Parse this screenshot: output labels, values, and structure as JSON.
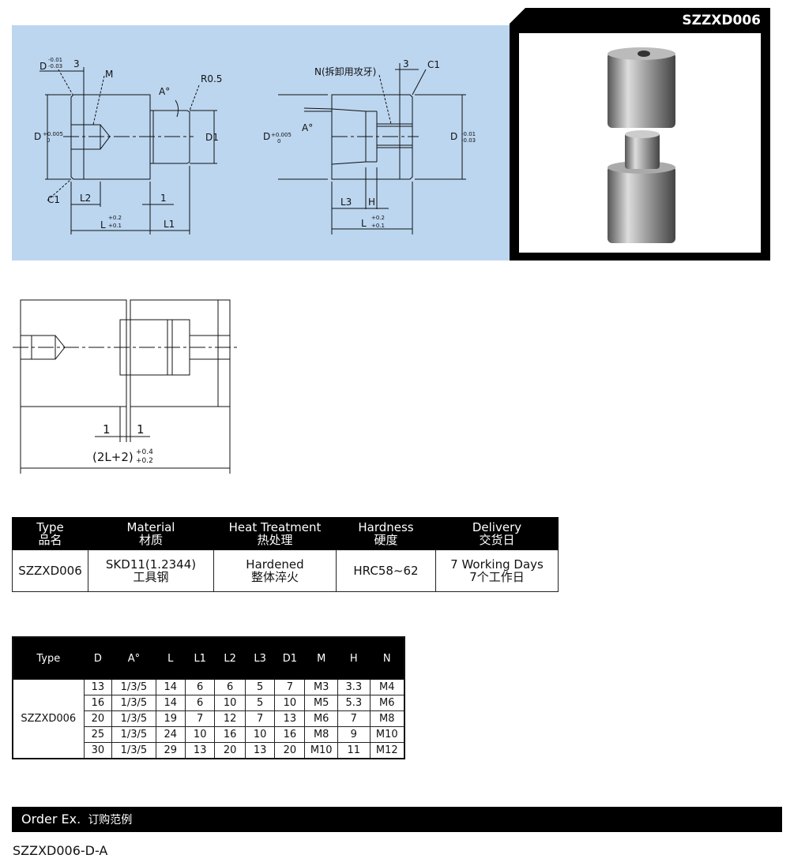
{
  "product": {
    "code": "SZZXD006"
  },
  "drawing1": {
    "d_tol": "D",
    "d_tol_up": "-0.01",
    "d_tol_lo": "-0.03",
    "dim3": "3",
    "m": "M",
    "r": "R0.5",
    "a": "A°",
    "d_main": "D",
    "d_main_up": "+0.005",
    "d_main_lo": "0",
    "d1": "D1",
    "c1": "C1",
    "l2": "L2",
    "one": "1",
    "l": "L",
    "l_up": "+0.2",
    "l_lo": "+0.1",
    "l1": "L1"
  },
  "drawing2": {
    "n": "N(拆卸用攻牙)",
    "dim3": "3",
    "c1": "C1",
    "a": "A°",
    "d_left": "D",
    "d_left_up": "+0.005",
    "d_left_lo": "0",
    "d_right": "D",
    "d_right_up": "-0.01",
    "d_right_lo": "-0.03",
    "l3": "L3",
    "h": "H",
    "l": "L",
    "l_up": "+0.2",
    "l_lo": "+0.1"
  },
  "assembly": {
    "one_a": "1",
    "one_b": "1",
    "total": "(2L+2)",
    "total_up": "+0.4",
    "total_lo": "+0.2"
  },
  "spec_table": {
    "headers": [
      {
        "en": "Type",
        "cn": "品名"
      },
      {
        "en": "Material",
        "cn": "材质"
      },
      {
        "en": "Heat Treatment",
        "cn": "热处理"
      },
      {
        "en": "Hardness",
        "cn": "硬度"
      },
      {
        "en": "Delivery",
        "cn": "交货日"
      }
    ],
    "row": {
      "type": "SZZXD006",
      "material": "SKD11(1.2344)",
      "material_cn": "工具钢",
      "heat": "Hardened",
      "heat_cn": "整体淬火",
      "hardness": "HRC58~62",
      "delivery": "7 Working Days",
      "delivery_cn": "7个工作日"
    }
  },
  "dim_table": {
    "headers": [
      "Type",
      "D",
      "A°",
      "L",
      "L1",
      "L2",
      "L3",
      "D1",
      "M",
      "H",
      "N"
    ],
    "type": "SZZXD006",
    "rows": [
      [
        "13",
        "1/3/5",
        "14",
        "6",
        "6",
        "5",
        "7",
        "M3",
        "3.3",
        "M4"
      ],
      [
        "16",
        "1/3/5",
        "14",
        "6",
        "10",
        "5",
        "10",
        "M5",
        "5.3",
        "M6"
      ],
      [
        "20",
        "1/3/5",
        "19",
        "7",
        "12",
        "7",
        "13",
        "M6",
        "7",
        "M8"
      ],
      [
        "25",
        "1/3/5",
        "24",
        "10",
        "16",
        "10",
        "16",
        "M8",
        "9",
        "M10"
      ],
      [
        "30",
        "1/3/5",
        "29",
        "13",
        "20",
        "13",
        "20",
        "M10",
        "11",
        "M12"
      ]
    ]
  },
  "order": {
    "title": "Order Ex.",
    "title_cn": "订购范例",
    "example": "SZZXD006-D-A"
  }
}
